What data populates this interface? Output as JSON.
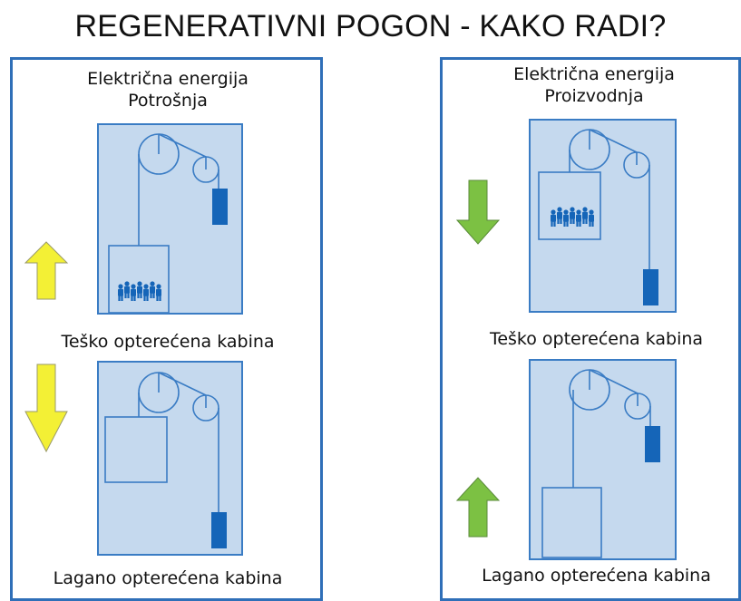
{
  "title": "REGENERATIVNI POGON - KAKO RADI?",
  "left_panel": {
    "header_line1": "Električna energija",
    "header_line2": "Potrošnja",
    "top_caption": "Teško opterećena kabina",
    "bottom_caption": "Lagano opterećena kabina"
  },
  "right_panel": {
    "header_line1": "Električna energija",
    "header_line2": "Proizvodnja",
    "top_caption": "Teško opterećena kabina",
    "bottom_caption": "Lagano opterećena kabina"
  },
  "colors": {
    "panel_border": "#2f6fb8",
    "shaft_fill": "#c5d9ee",
    "line": "#3a7cc4",
    "counterweight": "#1565b8",
    "arrow_consumption": "#f3f035",
    "arrow_production": "#7cc143"
  },
  "icons": [
    "up-arrow-icon",
    "down-arrow-icon",
    "people-icon",
    "pulley-icon",
    "counterweight-icon"
  ]
}
